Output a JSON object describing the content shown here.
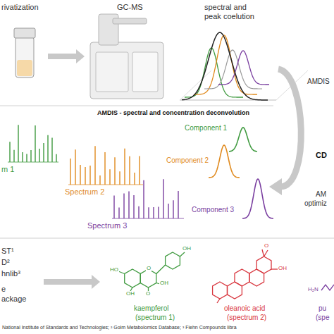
{
  "diagram": {
    "labels": [
      "rivatization",
      "GC-MS",
      "spectral and peak coelution",
      "AMDIS",
      "AMDIS - spectral and concentration deconvolution",
      "Component 1",
      "Component 2",
      "Component 3",
      "m 1",
      "Spectrum 2",
      "Spectrum 3",
      "CD",
      "AM",
      "optimiz",
      "ST¹",
      "D²",
      "hnlib³",
      "e",
      "ackage",
      "kaempferol",
      "(spectrum 1)",
      "oleanoic acid",
      "(spectrum 2)",
      "pu",
      "(spe",
      "National Institute of Standards and Technologies; ² Golm Metabolomics Database; ³ Fiehn Compounds libra",
      "OH",
      "HO",
      "O",
      "OH",
      "OH",
      "O",
      "OH",
      "O",
      "H₂N"
    ]
  }
}
